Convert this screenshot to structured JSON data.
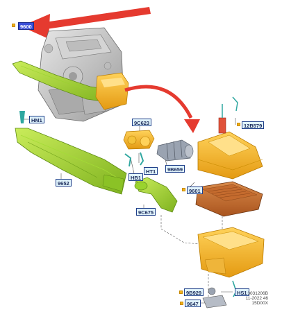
{
  "diagram": {
    "callouts": {
      "top": "9600",
      "hm1": "HM1",
      "c9c623": "9C623",
      "c12b579": "12B579",
      "hb1": "HB1",
      "ht1": "HT1",
      "c9b659": "9B659",
      "c9652": "9652",
      "c9601": "9601",
      "c9c675": "9C675",
      "c9b929": "9B929",
      "hs1": "HS1",
      "c9647": "9647"
    },
    "footer": {
      "line1": "3031206B",
      "line2": "11-2022 46",
      "line3": "15D00X"
    }
  }
}
